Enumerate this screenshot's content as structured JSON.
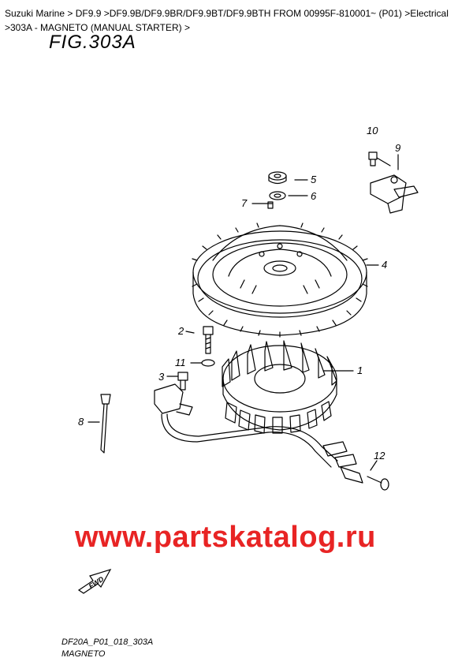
{
  "breadcrumb": "Suzuki Marine > DF9.9 >DF9.9B/DF9.9BR/DF9.9BT/DF9.9BTH FROM 00995F-810001~ (P01) >Electrical >303A - MAGNETO (MANUAL STARTER) >",
  "figure_title": "FIG.303A",
  "watermark": "www.partskatalog.ru",
  "fwd_label": "FWD",
  "drawing_code": "DF20A_P01_018_303A",
  "caption": "MAGNETO",
  "callouts": {
    "c1": "1",
    "c2": "2",
    "c3": "3",
    "c4": "4",
    "c5": "5",
    "c6": "6",
    "c7": "7",
    "c8": "8",
    "c9": "9",
    "c10": "10",
    "c11": "11",
    "c12": "12"
  }
}
